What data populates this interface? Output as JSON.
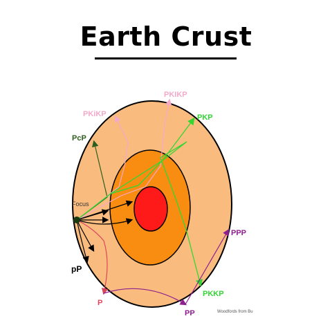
{
  "title": "Earth Crust",
  "labels": {
    "pkikp_top": "PKIKP",
    "pkikp_left": "PKiKP",
    "pkp": "PKP",
    "pcp": "PcP",
    "focus": "Focus",
    "ppp": "PPP",
    "pp_lower": "pP",
    "p": "P",
    "pkkp": "PKKP",
    "pp_bottom": "PP",
    "credit": "Woodfords from Bu"
  },
  "colors": {
    "crust": "#f9bc7e",
    "outer_core": "#f98d12",
    "inner_core": "#ff1a1a",
    "outline": "#000000",
    "pkikp": "#f4a9c7",
    "pkp": "#33d633",
    "pcp": "#2e5e1e",
    "direct": "#000000",
    "p": "#d9475f",
    "pp": "#8e1f8e"
  }
}
